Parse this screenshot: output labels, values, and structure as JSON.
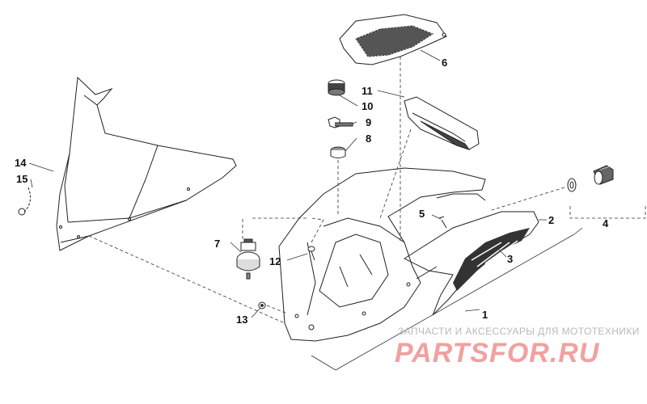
{
  "callouts": {
    "c1": "1",
    "c2": "2",
    "c3": "3",
    "c4": "4",
    "c5": "5",
    "c6": "6",
    "c7": "7",
    "c8": "8",
    "c9": "9",
    "c10": "10",
    "c11": "11",
    "c12": "12",
    "c13": "13",
    "c14": "14",
    "c15": "15"
  },
  "watermark": {
    "tagline": "ЗАПЧАСТИ И АКСЕССУАРЫ ДЛЯ МОТОТЕХНИКИ",
    "logo": "PARTSFOR.RU"
  },
  "colors": {
    "line": "#222222",
    "watermark_text": "#b9b9b9",
    "watermark_logo": "#f2a0a0"
  }
}
